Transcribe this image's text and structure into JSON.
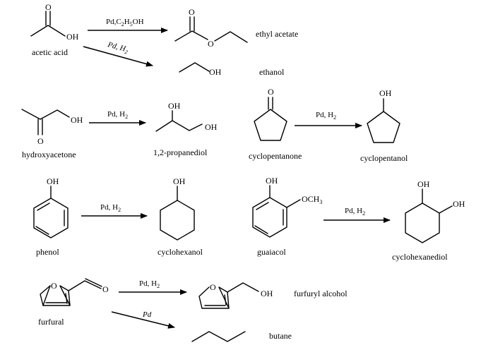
{
  "figure": {
    "compounds": {
      "acetic_acid": "acetic acid",
      "ethyl_acetate": "ethyl acetate",
      "ethanol": "ethanol",
      "hydroxyacetone": "hydroxyacetone",
      "propanediol": "1,2-propanediol",
      "cyclopentanone": "cyclopentanone",
      "cyclopentanol": "cyclopentanol",
      "phenol": "phenol",
      "cyclohexanol": "cyclohexanol",
      "guaiacol": "guaiacol",
      "cyclohexanediol": "cyclohexanediol",
      "furfural": "furfural",
      "furfuryl_alcohol": "furfuryl alcohol",
      "butane": "butane"
    },
    "conditions": {
      "pd": "Pd",
      "pd_h2_prefix": "Pd, H",
      "pd_comma": "Pd,C",
      "h": "H",
      "oh": "OH",
      "sub2": "2",
      "sub5": "5"
    },
    "atoms": {
      "O": "O",
      "OH": "OH",
      "OCH": "OCH",
      "sub3": "3"
    }
  }
}
